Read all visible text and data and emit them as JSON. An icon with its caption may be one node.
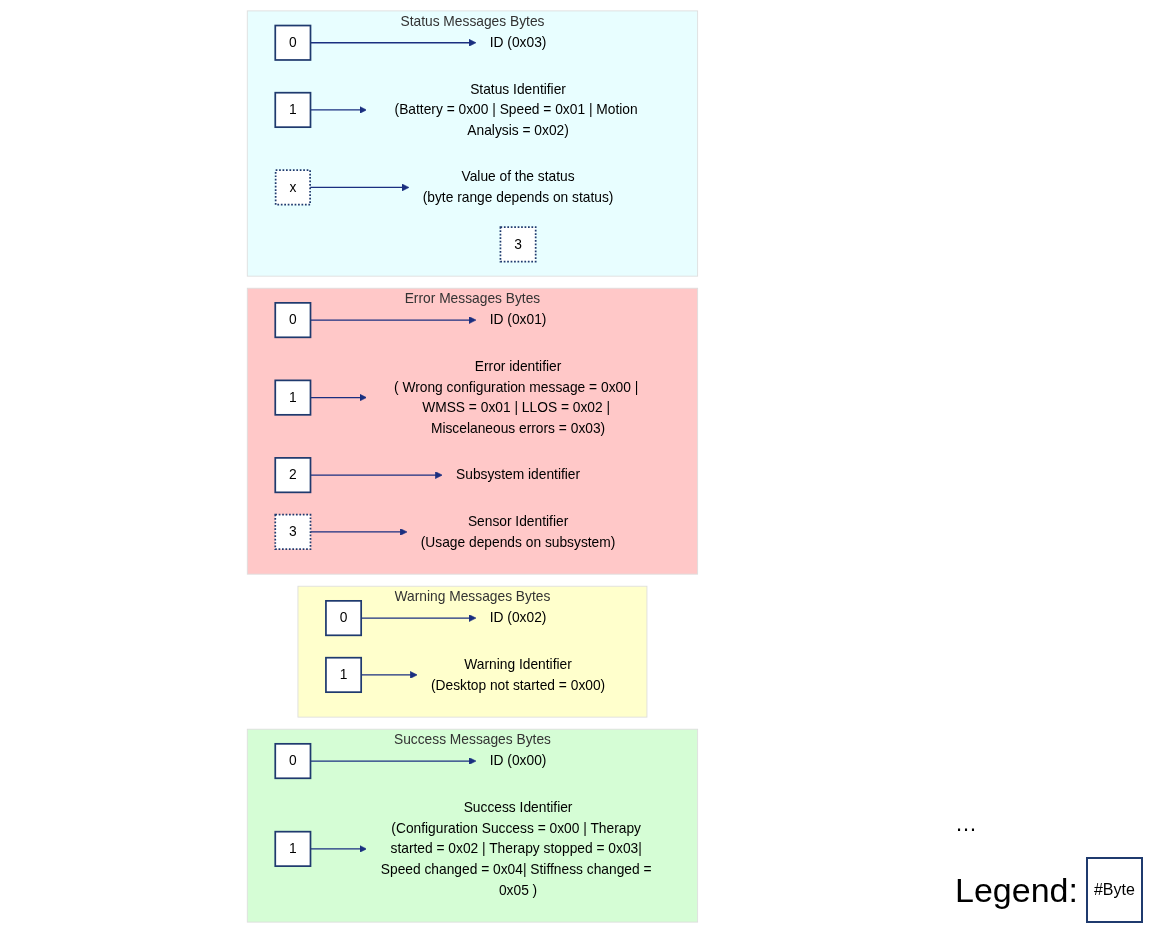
{
  "diagram": {
    "nodes": [
      {
        "text": [
          "Success Messages Bytes"
        ]
      },
      {
        "text": [
          "0"
        ],
        "in": 0
      },
      {
        "text": [
          "ID (0x00)"
        ],
        "in": 0
      },
      {
        "text": [
          "1"
        ],
        "in": 0
      },
      {
        "text": [
          "Success Identifier",
          "(Configuration Success = 0x00 | Therapy started = 0x02 | Therapy stopped = 0x03| Speed changed = 0x04| Stiffness changed = 0x05 )"
        ],
        "in": 0
      },
      {
        "text": [
          "Warning Messages Bytes"
        ]
      },
      {
        "text": [
          "0"
        ],
        "in": 5
      },
      {
        "text": [
          "ID (0x02)"
        ],
        "in": 5
      },
      {
        "text": [
          "1"
        ],
        "in": 5
      },
      {
        "text": [
          "Warning Identifier",
          "(Desktop not started = 0x00)"
        ],
        "in": 5
      },
      {
        "text": [
          "Error Messages Bytes"
        ]
      },
      {
        "text": [
          "0"
        ],
        "in": 10
      },
      {
        "text": [
          "ID (0x01)"
        ],
        "in": 10
      },
      {
        "text": [
          "1"
        ],
        "in": 10
      },
      {
        "text": [
          "Error identifier",
          "( Wrong configuration message = 0x00 | WMSS = 0x01 | LLOS = 0x02 | Miscelaneous errors = 0x03)"
        ],
        "in": 10
      },
      {
        "text": [
          "2"
        ],
        "in": 10
      },
      {
        "text": [
          "Subsystem identifier"
        ],
        "in": 10
      },
      {
        "text": [
          "3"
        ],
        "in": 10
      },
      {
        "text": [
          "Sensor Identifier",
          "(Usage depends on subsystem)"
        ],
        "in": 10
      },
      {
        "text": [
          "Status Messages Bytes"
        ]
      },
      {
        "text": [
          "0"
        ],
        "in": 19
      },
      {
        "text": [
          "ID (0x03)"
        ],
        "in": 19
      },
      {
        "text": [
          "1"
        ],
        "in": 19
      },
      {
        "text": [
          "Status Identifier",
          "(Battery = 0x00 | Speed = 0x01 | Motion Analysis = 0x02)"
        ],
        "in": 19
      },
      {
        "text": [
          "3"
        ],
        "in": 19
      },
      {
        "text": [
          "x"
        ],
        "in": 19
      },
      {
        "text": [
          "Value of the status",
          "(byte range depends on status)"
        ],
        "in": 19
      }
    ],
    "edges": [
      {
        "from": 1,
        "to": 2,
        "arrow": "to"
      },
      {
        "from": 3,
        "to": 4,
        "arrow": "to"
      },
      {
        "from": 6,
        "to": 7,
        "arrow": "to"
      },
      {
        "from": 8,
        "to": 9,
        "arrow": "to"
      },
      {
        "from": 11,
        "to": 12,
        "arrow": "to"
      },
      {
        "from": 13,
        "to": 14,
        "arrow": "to"
      },
      {
        "from": 15,
        "to": 16,
        "arrow": "to"
      },
      {
        "from": 17,
        "to": 18,
        "arrow": "to"
      },
      {
        "from": 20,
        "to": 21,
        "arrow": "to"
      },
      {
        "from": 22,
        "to": 23,
        "arrow": "to"
      },
      {
        "from": 25,
        "to": 26,
        "arrow": "to"
      }
    ],
    "labels": [
      "…",
      "Legend:"
    ],
    "legend": [
      {
        "text": "#Byte"
      }
    ]
  }
}
